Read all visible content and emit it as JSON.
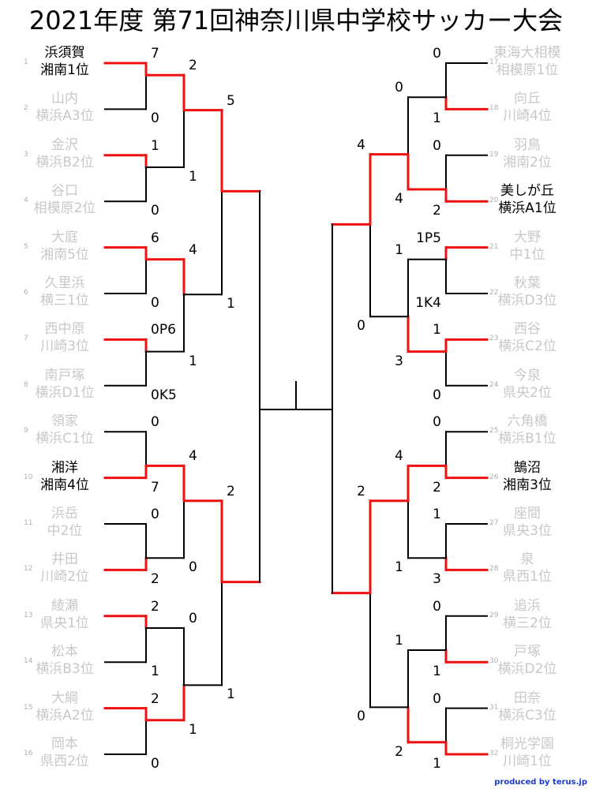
{
  "title": "2021年度 第71回神奈川県中学校サッカー大会",
  "credit": "produced by terus.jp",
  "colors": {
    "winner": "#ee1111",
    "loser": "#000000",
    "inactive_text": "#c8c8c8"
  },
  "teams_left": [
    {
      "seed": "1",
      "name": "浜須賀",
      "rank": "湘南1位",
      "active": true
    },
    {
      "seed": "2",
      "name": "山内",
      "rank": "横浜A3位",
      "active": false
    },
    {
      "seed": "3",
      "name": "金沢",
      "rank": "横浜B2位",
      "active": false
    },
    {
      "seed": "4",
      "name": "谷口",
      "rank": "相模原2位",
      "active": false
    },
    {
      "seed": "5",
      "name": "大庭",
      "rank": "湘南5位",
      "active": false
    },
    {
      "seed": "6",
      "name": "久里浜",
      "rank": "横三1位",
      "active": false
    },
    {
      "seed": "7",
      "name": "西中原",
      "rank": "川崎3位",
      "active": false
    },
    {
      "seed": "8",
      "name": "南戸塚",
      "rank": "横浜D1位",
      "active": false
    },
    {
      "seed": "9",
      "name": "領家",
      "rank": "横浜C1位",
      "active": false
    },
    {
      "seed": "10",
      "name": "湘洋",
      "rank": "湘南4位",
      "active": true
    },
    {
      "seed": "11",
      "name": "浜岳",
      "rank": "中2位",
      "active": false
    },
    {
      "seed": "12",
      "name": "井田",
      "rank": "川崎2位",
      "active": false
    },
    {
      "seed": "13",
      "name": "綾瀬",
      "rank": "県央1位",
      "active": false
    },
    {
      "seed": "14",
      "name": "松本",
      "rank": "横浜B3位",
      "active": false
    },
    {
      "seed": "15",
      "name": "大綱",
      "rank": "横浜A2位",
      "active": false
    },
    {
      "seed": "16",
      "name": "岡本",
      "rank": "県西2位",
      "active": false
    }
  ],
  "teams_right": [
    {
      "seed": "17",
      "name": "東海大相模",
      "rank": "相模原1位",
      "active": false
    },
    {
      "seed": "18",
      "name": "向丘",
      "rank": "川崎4位",
      "active": false
    },
    {
      "seed": "19",
      "name": "羽鳥",
      "rank": "湘南2位",
      "active": false
    },
    {
      "seed": "20",
      "name": "美しが丘",
      "rank": "横浜A1位",
      "active": true
    },
    {
      "seed": "21",
      "name": "大野",
      "rank": "中1位",
      "active": false
    },
    {
      "seed": "22",
      "name": "秋葉",
      "rank": "横浜D3位",
      "active": false
    },
    {
      "seed": "23",
      "name": "西谷",
      "rank": "横浜C2位",
      "active": false
    },
    {
      "seed": "24",
      "name": "今泉",
      "rank": "県央2位",
      "active": false
    },
    {
      "seed": "25",
      "name": "六角橋",
      "rank": "横浜B1位",
      "active": false
    },
    {
      "seed": "26",
      "name": "鵠沼",
      "rank": "湘南3位",
      "active": true
    },
    {
      "seed": "27",
      "name": "座間",
      "rank": "県央3位",
      "active": false
    },
    {
      "seed": "28",
      "name": "泉",
      "rank": "県西1位",
      "active": false
    },
    {
      "seed": "29",
      "name": "追浜",
      "rank": "横三2位",
      "active": false
    },
    {
      "seed": "30",
      "name": "戸塚",
      "rank": "横浜D2位",
      "active": false
    },
    {
      "seed": "31",
      "name": "田奈",
      "rank": "横浜C3位",
      "active": false
    },
    {
      "seed": "32",
      "name": "桐光学園",
      "rank": "川崎1位",
      "active": false
    }
  ],
  "left_r1": [
    {
      "scores": [
        "7",
        "0"
      ],
      "winner": 0
    },
    {
      "scores": [
        "1",
        "0"
      ],
      "winner": 0
    },
    {
      "scores": [
        "6",
        "0"
      ],
      "winner": 0
    },
    {
      "scores": [
        "0P6",
        "0K5"
      ],
      "winner": 0
    },
    {
      "scores": [
        "0",
        "7"
      ],
      "winner": 1
    },
    {
      "scores": [
        "0",
        "2"
      ],
      "winner": 1
    },
    {
      "scores": [
        "2",
        "1"
      ],
      "winner": 0
    },
    {
      "scores": [
        "2",
        "0"
      ],
      "winner": 0
    }
  ],
  "left_r2": [
    {
      "scores": [
        "2",
        "1"
      ],
      "winner": 0
    },
    {
      "scores": [
        "4",
        "1"
      ],
      "winner": 0
    },
    {
      "scores": [
        "4",
        "0"
      ],
      "winner": 0
    },
    {
      "scores": [
        "0",
        "1"
      ],
      "winner": 1
    }
  ],
  "left_r3": [
    {
      "scores": [
        "5",
        "1"
      ],
      "winner": 0
    },
    {
      "scores": [
        "2",
        "1"
      ],
      "winner": 0
    }
  ],
  "right_r1": [
    {
      "scores": [
        "0",
        "1"
      ],
      "winner": 1
    },
    {
      "scores": [
        "0",
        "2"
      ],
      "winner": 1
    },
    {
      "scores": [
        "1P5",
        "1K4"
      ],
      "winner": 0
    },
    {
      "scores": [
        "1",
        "0"
      ],
      "winner": 0
    },
    {
      "scores": [
        "0",
        "2"
      ],
      "winner": 1
    },
    {
      "scores": [
        "1",
        "3"
      ],
      "winner": 1
    },
    {
      "scores": [
        "0",
        "1"
      ],
      "winner": 1
    },
    {
      "scores": [
        "0",
        "1"
      ],
      "winner": 1
    }
  ],
  "right_r2": [
    {
      "scores": [
        "0",
        "4"
      ],
      "winner": 1
    },
    {
      "scores": [
        "1",
        "3"
      ],
      "winner": 1
    },
    {
      "scores": [
        "4",
        "1"
      ],
      "winner": 0
    },
    {
      "scores": [
        "1",
        "2"
      ],
      "winner": 1
    }
  ],
  "right_r3": [
    {
      "scores": [
        "4",
        "0"
      ],
      "winner": 0
    },
    {
      "scores": [
        "2",
        "0"
      ],
      "winner": 0
    }
  ]
}
